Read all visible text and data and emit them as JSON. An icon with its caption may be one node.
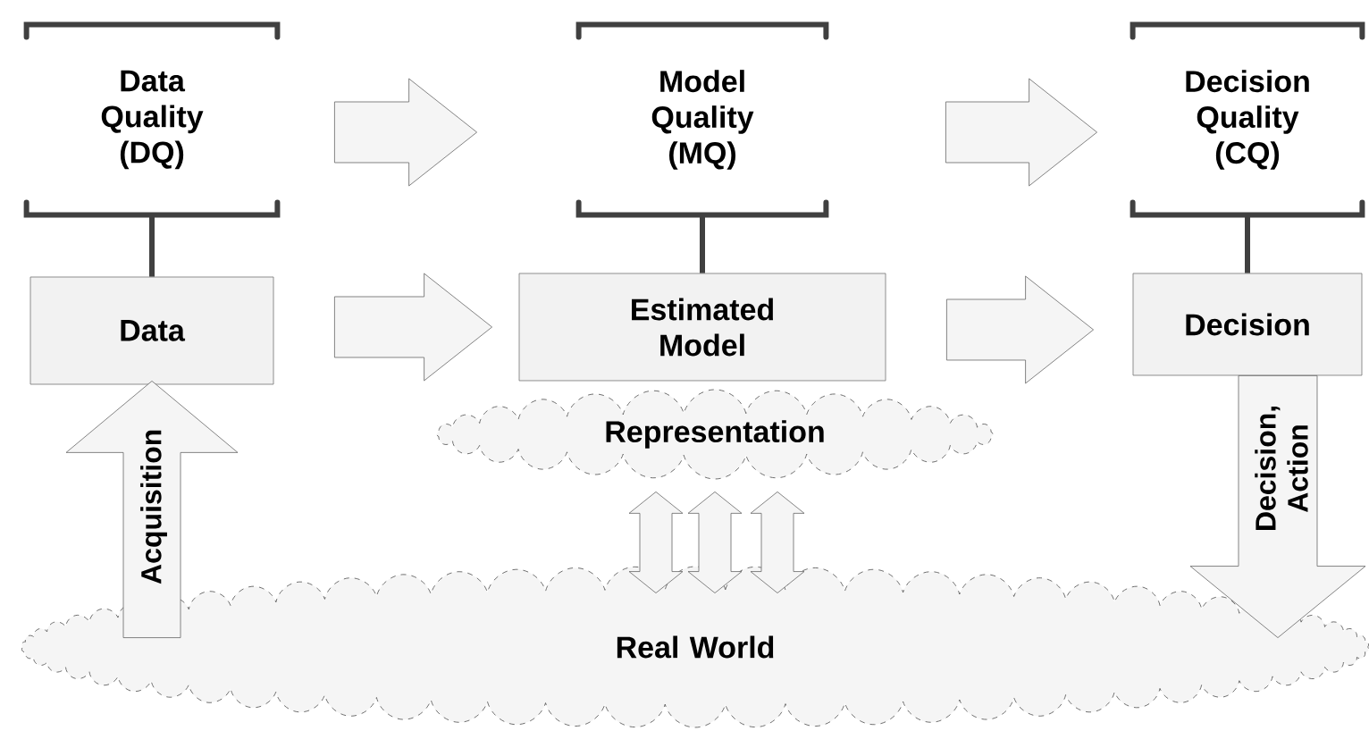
{
  "diagram": {
    "nodes": [
      {
        "text": [
          "Data Quality (DQ)"
        ]
      },
      {
        "text": [
          "Model Quality (MQ)"
        ]
      },
      {
        "text": [
          "Decision Quality (CQ)"
        ]
      },
      {
        "text": [
          "Data"
        ]
      },
      {
        "text": [
          "Estimated Model"
        ]
      },
      {
        "text": [
          "Decision"
        ]
      },
      {
        "text": [
          "Representation"
        ]
      },
      {
        "text": [
          "Real World"
        ]
      }
    ],
    "edges": [
      {
        "from": 0,
        "to": 1,
        "arrow": "to"
      },
      {
        "from": 1,
        "to": 2,
        "arrow": "to"
      },
      {
        "from": 3,
        "to": 4,
        "arrow": "to"
      },
      {
        "from": 4,
        "to": 5,
        "arrow": "to"
      },
      {
        "from": 0,
        "to": 3,
        "arrow": "none"
      },
      {
        "from": 1,
        "to": 4,
        "arrow": "none"
      },
      {
        "from": 2,
        "to": 5,
        "arrow": "none"
      },
      {
        "from": 7,
        "to": 3,
        "arrow": "to",
        "label": "Acquisition"
      },
      {
        "from": 5,
        "to": 7,
        "arrow": "to",
        "label": "Decision, Action"
      },
      {
        "from": 6,
        "to": 7,
        "arrow": "both"
      },
      {
        "from": 6,
        "to": 7,
        "arrow": "both"
      },
      {
        "from": 6,
        "to": 7,
        "arrow": "both"
      }
    ]
  }
}
